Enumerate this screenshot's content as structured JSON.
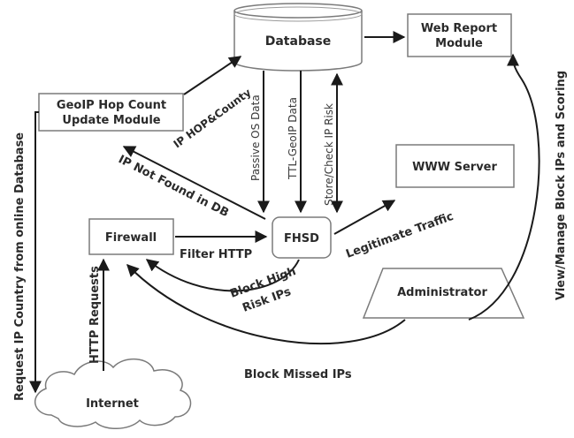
{
  "nodes": {
    "database": "Database",
    "web_report": [
      "Web Report",
      "Module"
    ],
    "geoip_module": [
      "GeoIP Hop Count",
      "Update Module"
    ],
    "www_server": "WWW Server",
    "firewall": "Firewall",
    "fhsd": "FHSD",
    "administrator": "Administrator",
    "internet": "Internet"
  },
  "edges": {
    "ip_hop_country": "IP HOP&County",
    "ip_not_found": "IP Not Found in DB",
    "passive_os": "Passive OS Data",
    "ttl_geoip": "TTL-GeoIP Data",
    "store_check": "Store/Check IP Risk",
    "filter_http": "Filter HTTP",
    "legitimate_traffic": "Legitimate Traffic",
    "block_high": [
      "Block High",
      "Risk IPs"
    ],
    "http_requests": "HTTP Requests",
    "block_missed": "Block Missed IPs",
    "request_ip_country": "Request IP Country from online Database",
    "view_manage": "View/Manage Block IPs and Scoring"
  }
}
